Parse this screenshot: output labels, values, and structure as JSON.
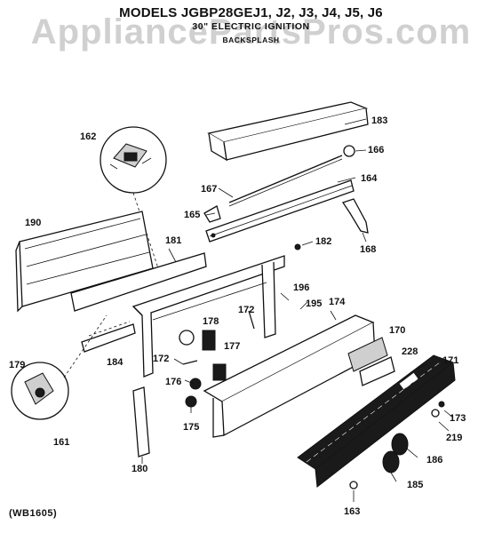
{
  "header": {
    "models": "MODELS JGBP28GEJ1, J2, J3, J4, J5, J6",
    "subtitle": "30\" ELECTRIC IGNITION",
    "section": "BACKSPLASH"
  },
  "watermark": "AppliancePartsPros.com",
  "diagram_code": "(WB1605)",
  "labels": {
    "p162": "162",
    "p183": "183",
    "p166": "166",
    "p167": "167",
    "p164": "164",
    "p165": "165",
    "p190": "190",
    "p181": "181",
    "p182": "182",
    "p168": "168",
    "p196": "196",
    "p174": "174",
    "p195": "195",
    "p178": "178",
    "p172a": "172",
    "p170": "170",
    "p177": "177",
    "p228": "228",
    "p171": "171",
    "p172b": "172",
    "p184": "184",
    "p176": "176",
    "p179": "179",
    "p173": "173",
    "p175": "175",
    "p219": "219",
    "p161": "161",
    "p186": "186",
    "p180": "180",
    "p185": "185",
    "p163": "163"
  }
}
